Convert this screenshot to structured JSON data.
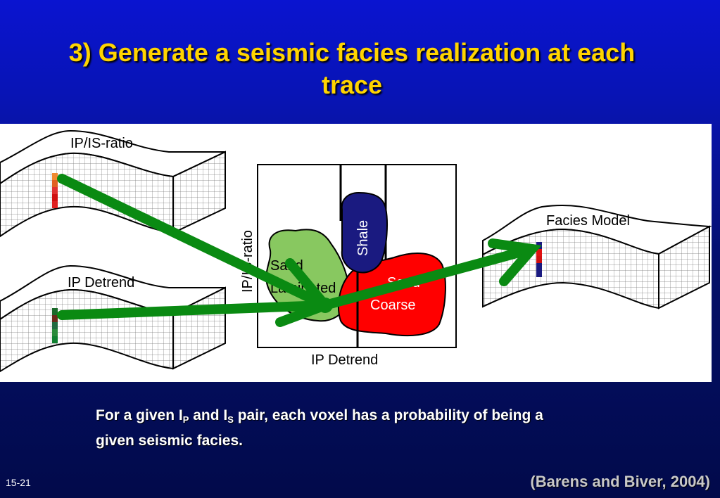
{
  "slide": {
    "title_line1": "3) Generate a seismic facies realization at each",
    "title_line2": "trace",
    "caption": {
      "part1": "For a given I",
      "sub1": "P",
      "part2": " and I",
      "sub2": "S",
      "part3": " pair, each voxel has a probability of being a",
      "line2": "given seismic facies."
    },
    "page_number": "15-21",
    "citation": "(Barens and Biver, 2004)"
  },
  "diagram": {
    "blocks": {
      "ip_is_ratio": "IP/IS-ratio",
      "ip_detrend": "IP Detrend",
      "facies_model": "Facies Model"
    },
    "crossplot": {
      "xlabel": "IP Detrend",
      "ylabel": "IP/IS-ratio",
      "facies": {
        "sand_laminated_line1": "Sand",
        "sand_laminated_line2": "Laminated",
        "shale": "Shale",
        "sand_coarse_line1": "Sand",
        "sand_coarse_line2": "Coarse"
      }
    },
    "colors": {
      "arrow": "#0a8a12",
      "shale": "#1a1a80",
      "sand_laminated": "#88c860",
      "sand_coarse": "#ff0000"
    }
  }
}
